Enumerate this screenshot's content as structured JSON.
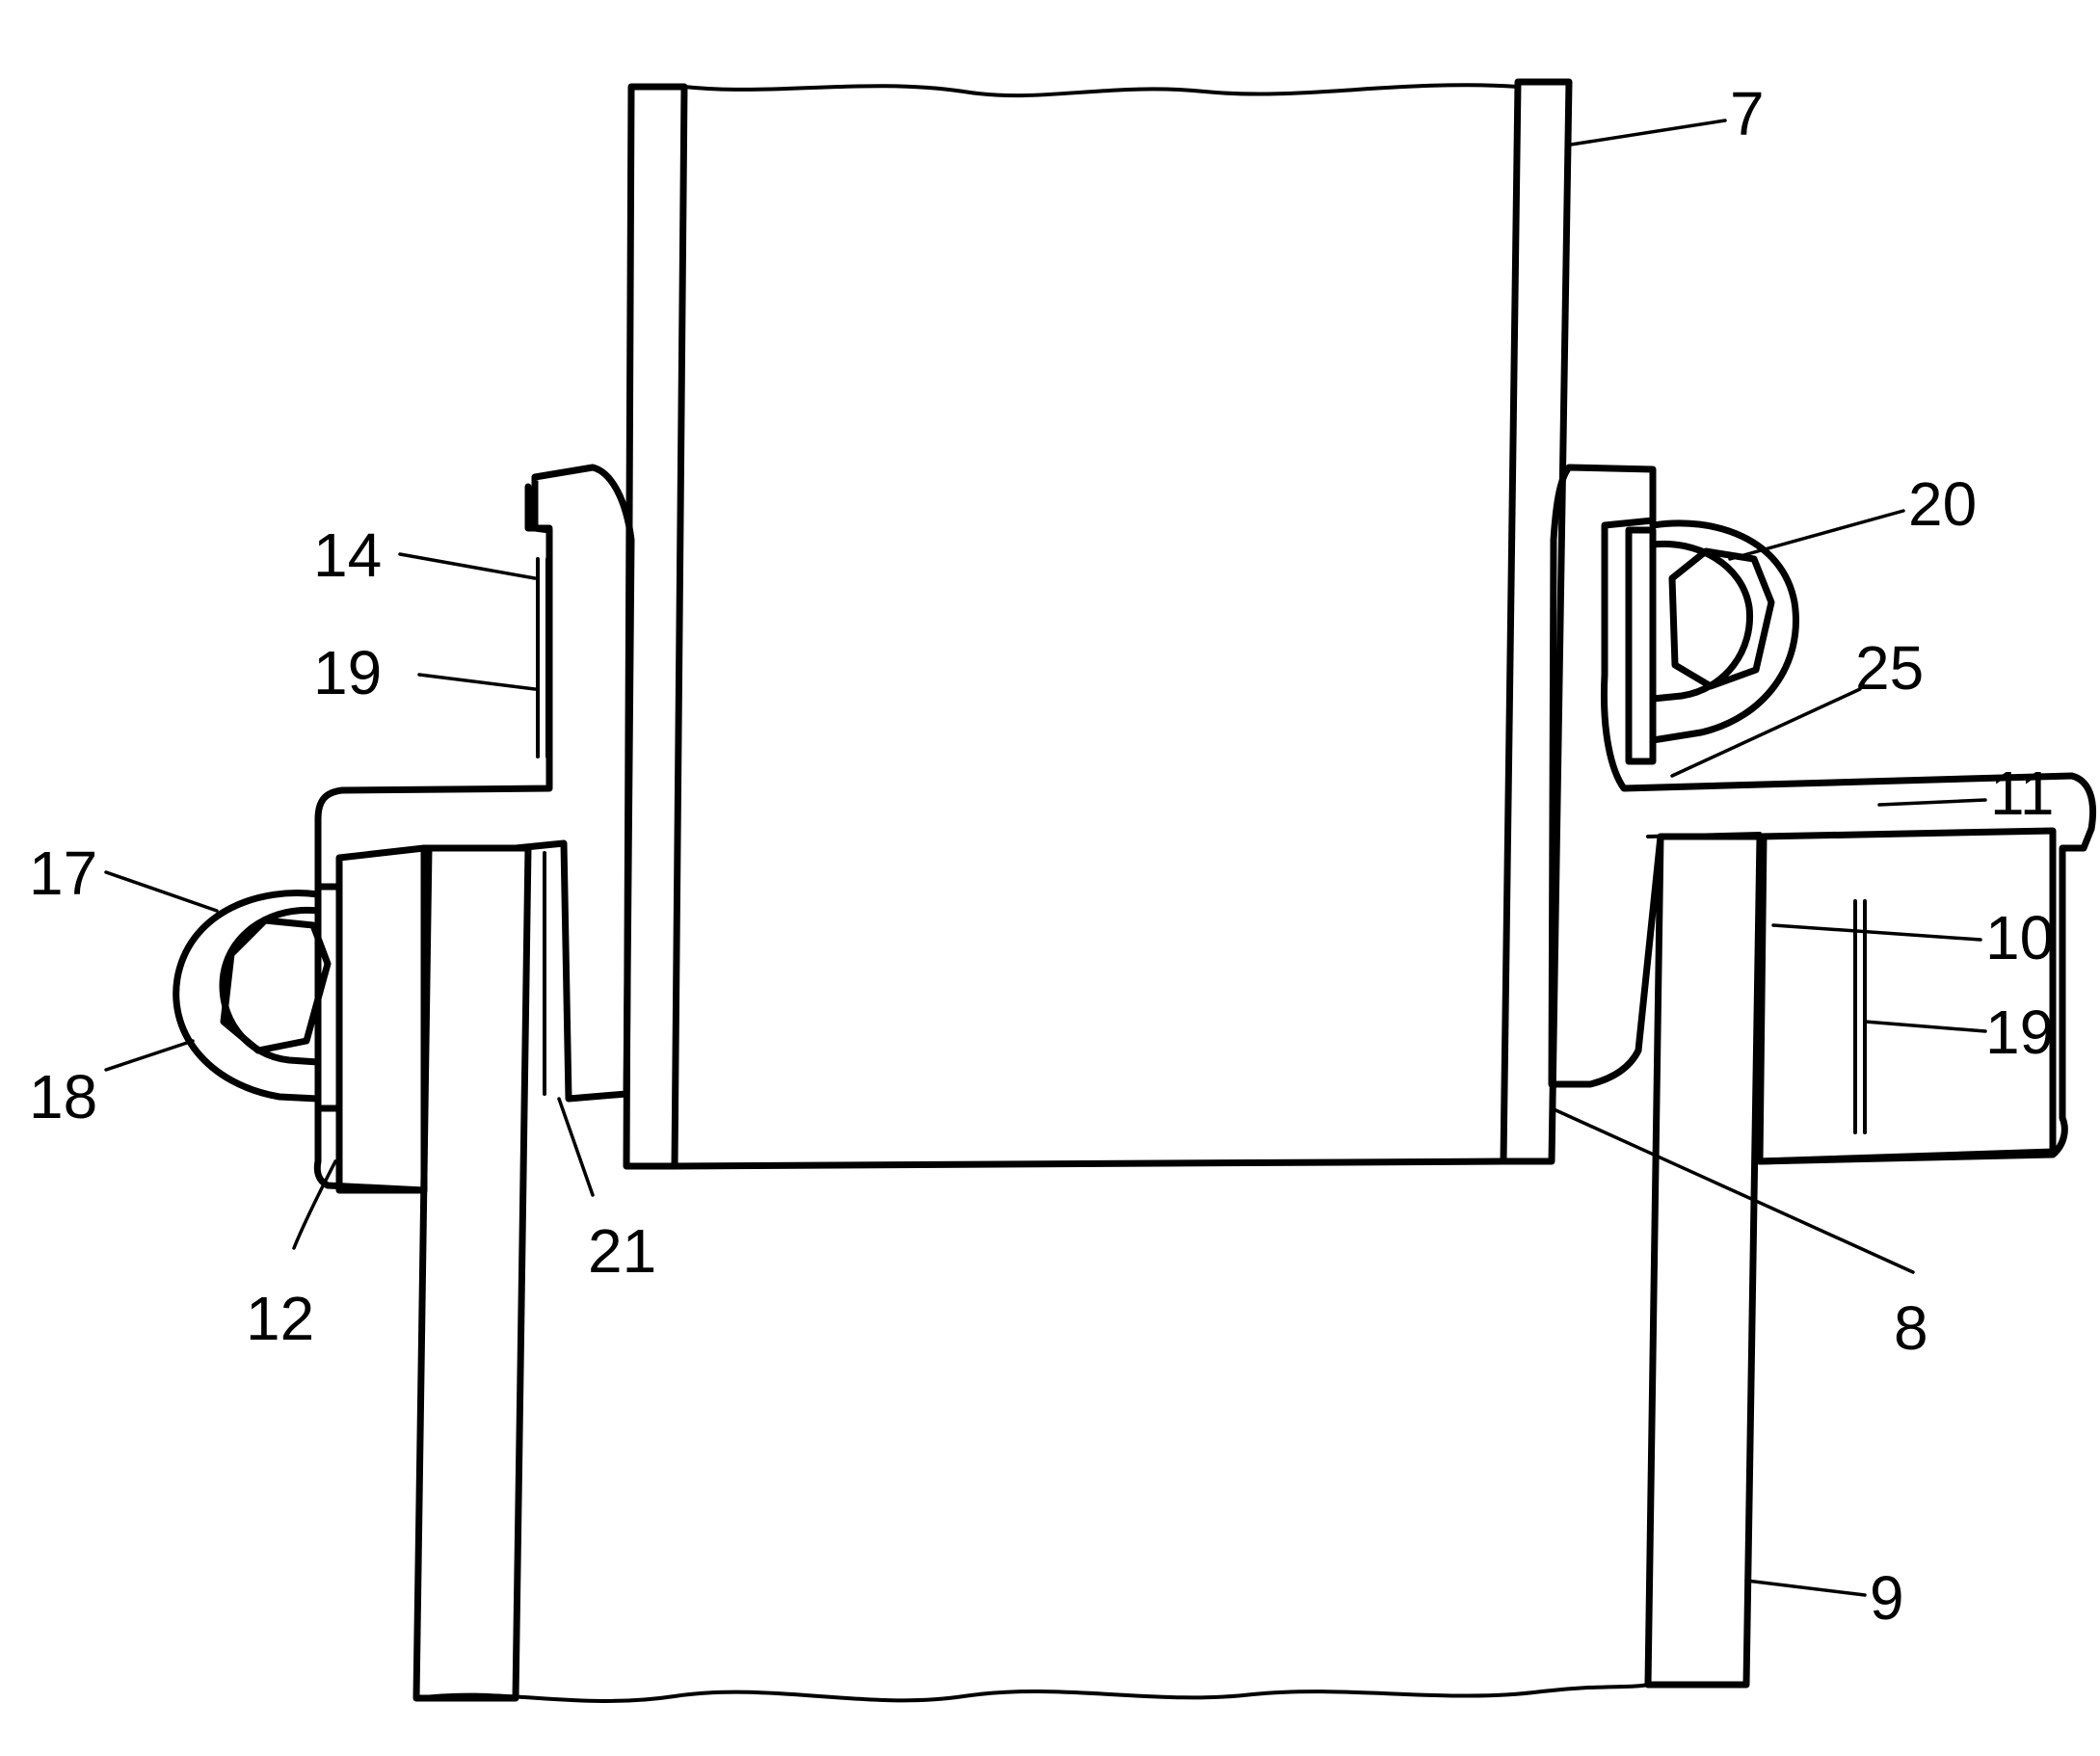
{
  "figure": {
    "labels": {
      "ref_7": "7",
      "ref_20": "20",
      "ref_14": "14",
      "ref_19_left": "19",
      "ref_25": "25",
      "ref_11": "11",
      "ref_17": "17",
      "ref_10": "10",
      "ref_19_right": "19",
      "ref_18": "18",
      "ref_21": "21",
      "ref_12": "12",
      "ref_8": "8",
      "ref_9": "9"
    },
    "colors": {
      "ink": "#000000",
      "paper": "#ffffff"
    },
    "hatch_pattern": "diagonal-45"
  }
}
